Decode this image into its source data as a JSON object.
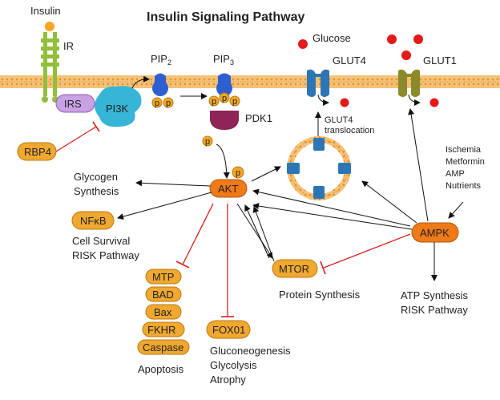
{
  "title": "Insulin Signaling Pathway",
  "receptors": {
    "insulin": "Insulin",
    "ir": "IR",
    "irs": "IRS",
    "pi3k": "PI3K",
    "pip2_base": "PIP",
    "pip2_sub": "2",
    "pip3_base": "PIP",
    "pip3_sub": "3",
    "pdk1": "PDK1",
    "glucose": "Glucose",
    "glut4": "GLUT4",
    "glut1": "GLUT1",
    "glut4_translocation_line1": "GLUT4",
    "glut4_translocation_line2": "translocation",
    "phospho": "p"
  },
  "nodes": {
    "rbp4": "RBP4",
    "akt": "AKT",
    "ampk": "AMPK",
    "mtor": "MTOR",
    "nfkb": "NFκB",
    "mtp": "MTP",
    "bad": "BAD",
    "bax": "Bax",
    "fkhr": "FKHR",
    "caspase": "Caspase",
    "fox01": "FOX01"
  },
  "labels": {
    "glycogen_line1": "Glycogen",
    "glycogen_line2": "Synthesis",
    "cell_survival_line1": "Cell Survival",
    "cell_survival_line2": "RISK Pathway",
    "apoptosis": "Apoptosis",
    "gluco_line1": "Gluconeogenesis",
    "gluco_line2": "Glycolysis",
    "gluco_line3": "Atrophy",
    "protein_synthesis": "Protein Synthesis",
    "atp_line1": "ATP Synthesis",
    "atp_line2": "RISK Pathway",
    "stim_line1": "Ischemia",
    "stim_line2": "Metformin",
    "stim_line3": "AMP",
    "stim_line4": "Nutrients"
  },
  "colors": {
    "membrane": "#f2b35a",
    "membrane_dots": "#e59a2f",
    "orange_pill": "#f0a830",
    "pill_stroke": "#b87a10",
    "akt_fill": "#f07a18",
    "irs_fill": "#c9a2e6",
    "pi3k_fill": "#37b5d6",
    "receptor_blue": "#2e5fd1",
    "pdk1_fill": "#8e2457",
    "glut4_fill": "#2e75b6",
    "glut1_fill": "#8a8a2a",
    "glucose_red": "#e31a1a",
    "inhibit_red": "#d62020",
    "ir_green": "#8fbf3c",
    "vesicle_blue": "#2e75b6"
  }
}
